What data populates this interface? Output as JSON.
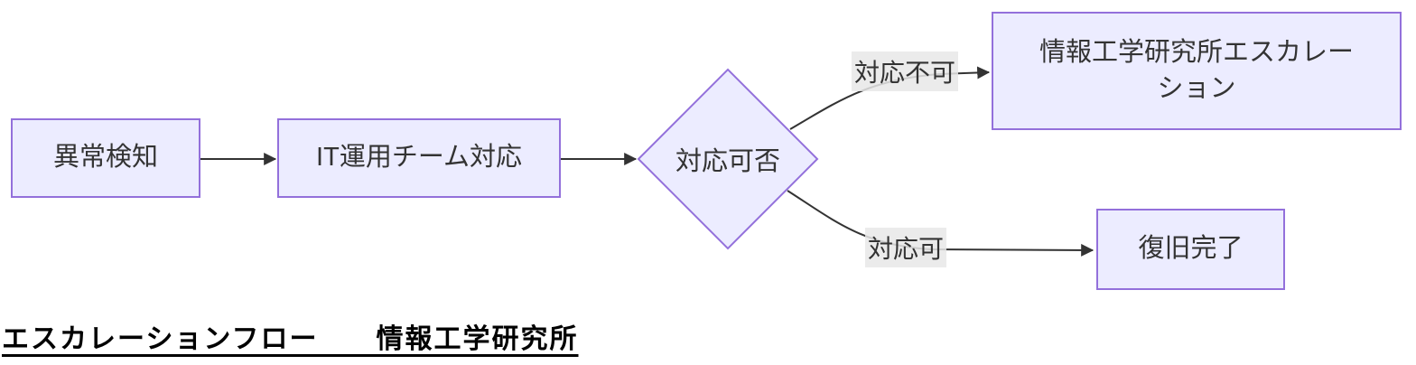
{
  "title": "エスカレーションフロー　　情報工学研究所",
  "diagram": {
    "type": "flowchart",
    "direction": "left-to-right",
    "nodes": {
      "anomaly": {
        "label": "異常検知",
        "shape": "rect"
      },
      "it_ops": {
        "label": "IT運用チーム対応",
        "shape": "rect"
      },
      "decision": {
        "label": "対応可否",
        "shape": "diamond"
      },
      "escalation": {
        "label": "情報工学研究所エスカレーション",
        "shape": "rect"
      },
      "recovery": {
        "label": "復旧完了",
        "shape": "rect"
      }
    },
    "edges": [
      {
        "from": "anomaly",
        "to": "it_ops",
        "label": ""
      },
      {
        "from": "it_ops",
        "to": "decision",
        "label": ""
      },
      {
        "from": "decision",
        "to": "escalation",
        "label": "対応不可"
      },
      {
        "from": "decision",
        "to": "recovery",
        "label": "対応可"
      }
    ],
    "colors": {
      "node_fill": "#ECECFF",
      "node_border": "#9370DB",
      "edge_stroke": "#333333",
      "edge_label_bg": "#E8E8E8",
      "node_text": "#333333",
      "title_text": "#000000",
      "background": "#FFFFFF"
    }
  }
}
